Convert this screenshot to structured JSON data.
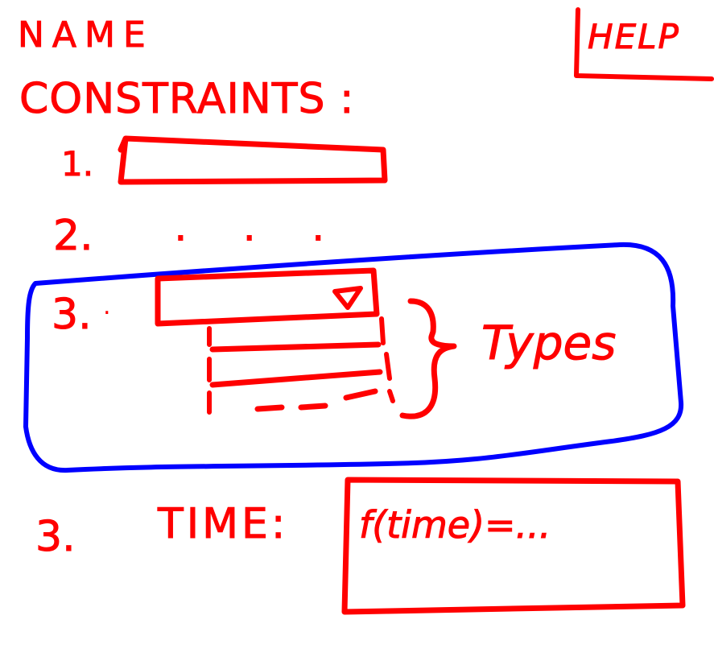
{
  "colors": {
    "ink": "#ff0000",
    "highlight": "#0000ff",
    "background": "#ffffff"
  },
  "header": {
    "name_label": "NAME",
    "help_button": "HELP"
  },
  "constraints": {
    "heading": "CONSTRAINTS :",
    "item1_number": "1.",
    "item2_number": "2.",
    "item2_ellipsis": ". . .",
    "item3_number": "3.",
    "dropdown_arrow_icon": "triangle-down-icon",
    "types_label": "Types"
  },
  "time": {
    "number": "3.",
    "label": "TIME:",
    "formula": "f(time)=..."
  }
}
